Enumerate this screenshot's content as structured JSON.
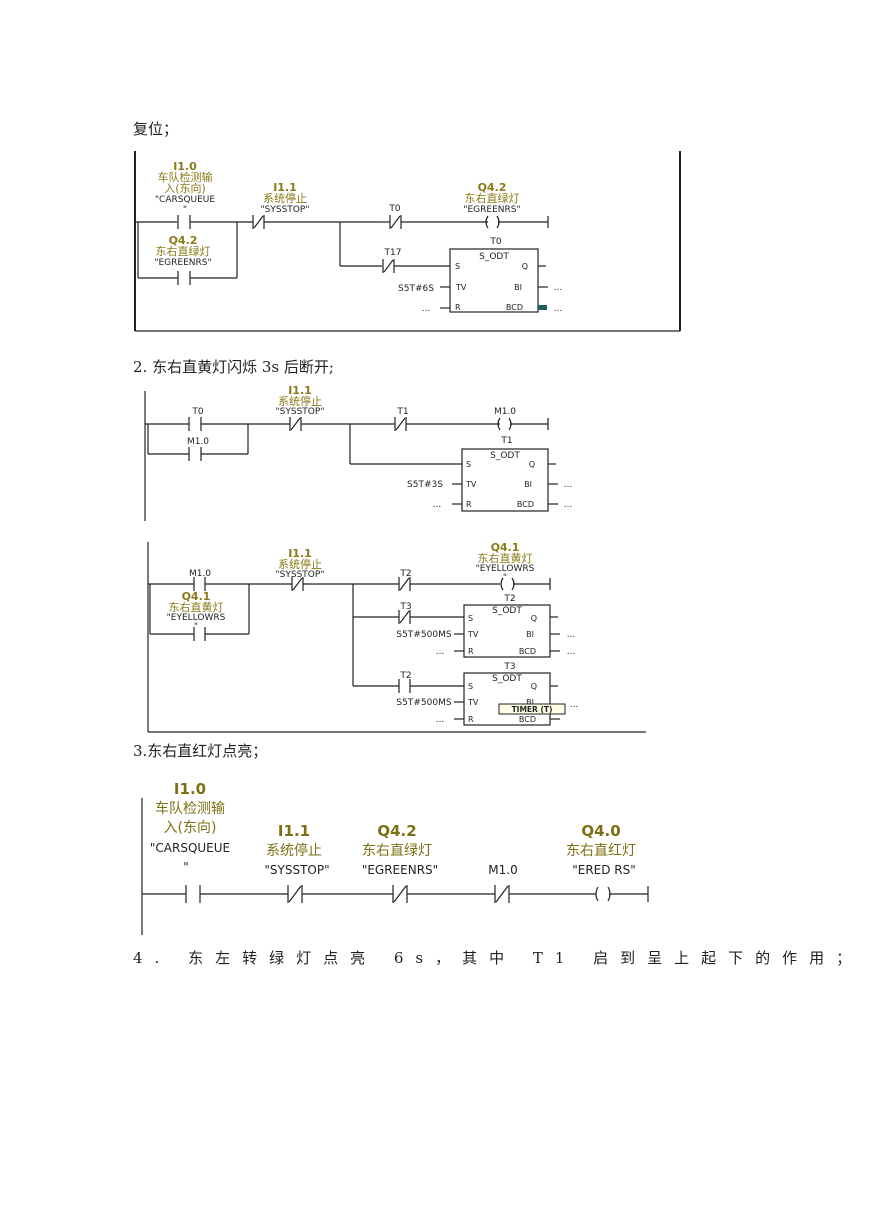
{
  "captions": {
    "c0": "复位；",
    "c1": "2. 东右直黄灯闪烁 3s 后断开;",
    "c2": "3.东右直红灯点亮；",
    "c3": "4. 东左转绿灯点亮 6s，其中 T1 启到呈上起下的作用；"
  },
  "d1": {
    "i10_addr": "I1.0",
    "i10_name1": "车队检测输",
    "i10_name2": "入(东向)",
    "i10_sym": "\"CARSQUEUE",
    "i10_sym2": "\"",
    "q42_addr": "Q4.2",
    "q42_name": "东右直绿灯",
    "q42_sym": "\"EGREENRS\"",
    "i11_addr": "I1.1",
    "i11_name": "系统停止",
    "i11_sym": "\"SYSSTOP\"",
    "t0_contact": "T0",
    "coil_addr": "Q4.2",
    "coil_name": "东右直绿灯",
    "coil_sym": "\"EGREENRS\"",
    "t17": "T17",
    "timer_label": "T0",
    "box_title": "S_ODT",
    "pin_s": "S",
    "pin_q": "Q",
    "pin_tv": "TV",
    "pin_bi": "BI",
    "pin_r": "R",
    "pin_bcd": "BCD",
    "tv_val": "S5T#6S",
    "dots": "..."
  },
  "d2": {
    "t0": "T0",
    "m10": "M1.0",
    "i11_addr": "I1.1",
    "i11_name": "系统停止",
    "i11_sym": "\"SYSSTOP\"",
    "t1_contact": "T1",
    "coil": "M1.0",
    "timer_label": "T1",
    "box_title": "S_ODT",
    "pin_s": "S",
    "pin_q": "Q",
    "pin_tv": "TV",
    "pin_bi": "BI",
    "pin_r": "R",
    "pin_bcd": "BCD",
    "tv_val": "S5T#3S",
    "dots": "..."
  },
  "d3": {
    "m10": "M1.0",
    "q41_addr": "Q4.1",
    "q41_name": "东右直黄灯",
    "q41_sym": "\"EYELLOWRS",
    "q41_sym2": "\"",
    "i11_addr": "I1.1",
    "i11_name": "系统停止",
    "i11_sym": "\"SYSSTOP\"",
    "t2_contact": "T2",
    "coil_addr": "Q4.1",
    "coil_name": "东右直黄灯",
    "coil_sym": "\"EYELLOWRS",
    "coil_sym2": "\"",
    "t3_contact": "T3",
    "timer_a_label": "T2",
    "t2_contact_b": "T2",
    "timer_b_label": "T3",
    "box_title": "S_ODT",
    "pin_s": "S",
    "pin_q": "Q",
    "pin_tv": "TV",
    "pin_bi": "BI",
    "pin_r": "R",
    "pin_bcd": "BCD",
    "tv_val": "S5T#500MS",
    "tooltip": "TIMER (T)",
    "dots": "..."
  },
  "d4": {
    "i10_addr": "I1.0",
    "i10_name1": "车队检测输",
    "i10_name2": "入(东向)",
    "i10_sym": "\"CARSQUEUE",
    "i10_sym2": "\"",
    "i11_addr": "I1.1",
    "i11_name": "系统停止",
    "i11_sym": "\"SYSSTOP\"",
    "q42_addr": "Q4.2",
    "q42_name": "东右直绿灯",
    "q42_sym": "\"EGREENRS\"",
    "m10": "M1.0",
    "q40_addr": "Q4.0",
    "q40_name": "东右直红灯",
    "q40_sym": "\"ERED RS\""
  },
  "colors": {
    "olive": "#8a7a16",
    "text": "#222222",
    "box_marker": "#1e5e5e"
  }
}
